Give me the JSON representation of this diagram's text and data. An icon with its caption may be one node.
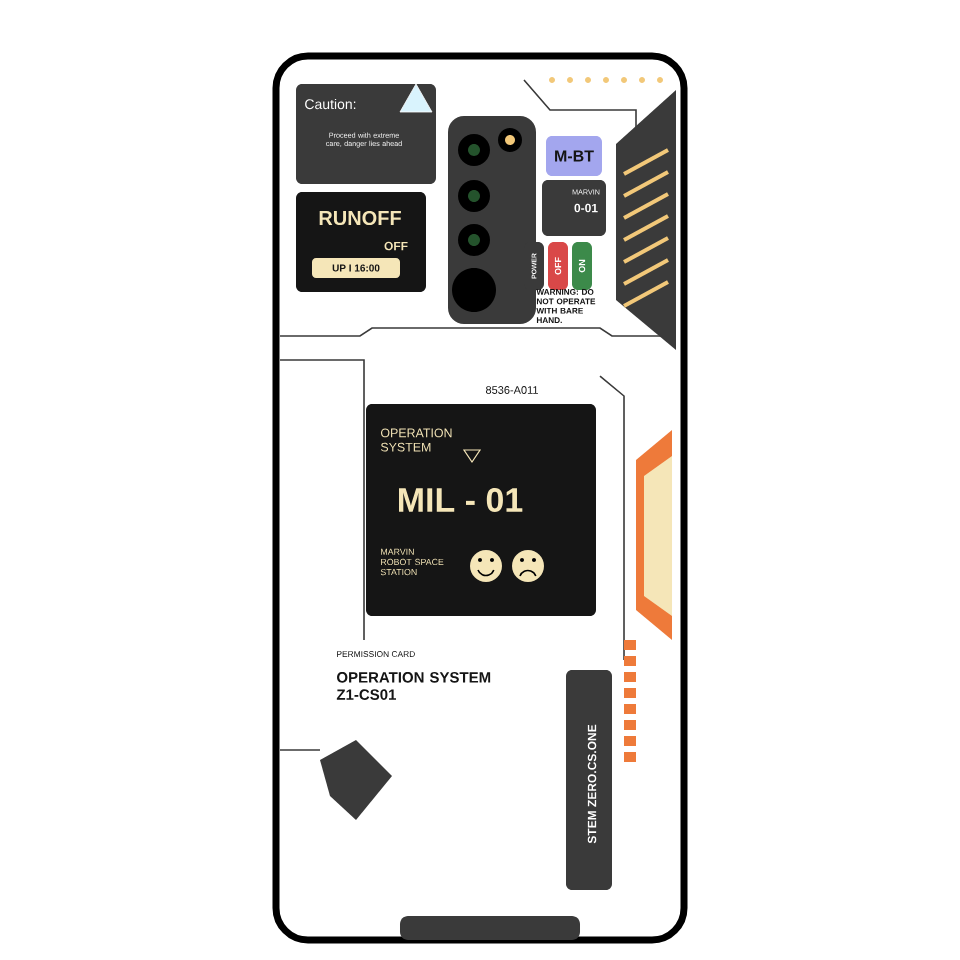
{
  "diagram": {
    "nodes": [
      {
        "text": [
          "Caution:",
          "Proceed with extreme care, danger lies ahead"
        ]
      },
      {
        "text": [
          "RUNOFF",
          "OFF",
          "UP I 16:00"
        ]
      },
      {
        "text": [
          "M-BT"
        ]
      },
      {
        "text": [
          "MARVIN",
          "0-01"
        ]
      },
      {
        "text": [
          "POWER"
        ]
      },
      {
        "text": [
          "OFF"
        ]
      },
      {
        "text": [
          "ON"
        ]
      },
      {
        "text": [
          "OPERATION SYSTEM",
          "MIL - 01",
          "MARVIN ROBOT SPACE STATION"
        ]
      },
      {
        "text": [
          "STEM ZERO.CS.ONE"
        ]
      }
    ],
    "labels": [
      "WARNING: DO NOT OPERATE WITH BARE HAND.",
      "8536-A011",
      "PERMISSION CARD",
      "OPERATION SYSTEM Z1-CS01"
    ]
  }
}
